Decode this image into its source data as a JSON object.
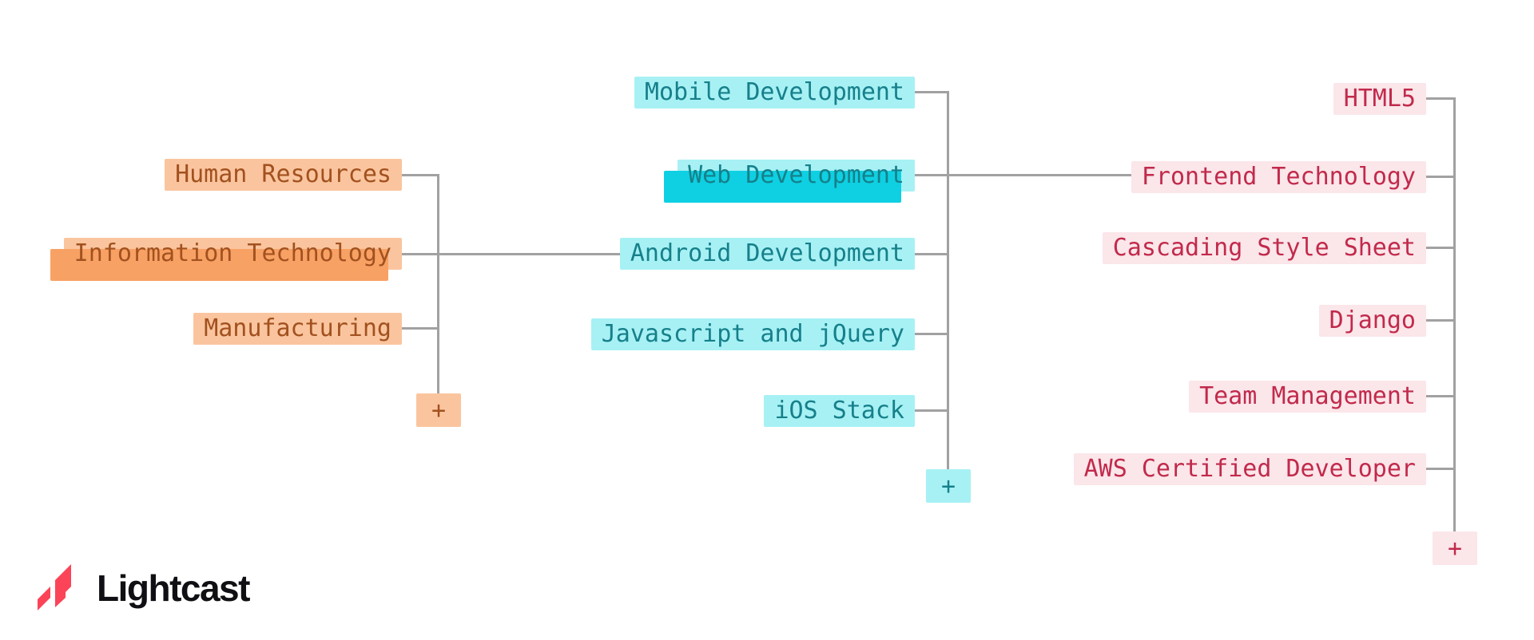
{
  "brand": {
    "name": "Lightcast",
    "logo_color": "#FB4458",
    "wordmark_color": "#101014"
  },
  "diagram": {
    "connector_color": "#A1A1A1",
    "columns": [
      {
        "level": "industries",
        "colors": {
          "bg": "#FAC59E",
          "text": "#A2511F",
          "selected_shadow": "#F8A164"
        },
        "nodes": [
          {
            "label": "Human Resources",
            "selected": false
          },
          {
            "label": "Information Technology",
            "selected": true
          },
          {
            "label": "Manufacturing",
            "selected": false
          }
        ],
        "add_label": "+"
      },
      {
        "level": "skill-groups",
        "colors": {
          "bg": "#A7F1F5",
          "text": "#16808A",
          "selected_shadow": "#0ED0E2"
        },
        "nodes": [
          {
            "label": "Mobile Development",
            "selected": false
          },
          {
            "label": "Web Development",
            "selected": true
          },
          {
            "label": "Android Development",
            "selected": false
          },
          {
            "label": "Javascript and jQuery",
            "selected": false
          },
          {
            "label": "iOS Stack",
            "selected": false
          }
        ],
        "add_label": "+"
      },
      {
        "level": "skills",
        "colors": {
          "bg": "#FBE6EA",
          "text": "#C12A4B"
        },
        "nodes": [
          {
            "label": "HTML5",
            "selected": false
          },
          {
            "label": "Frontend Technology",
            "selected": false
          },
          {
            "label": "Cascading Style Sheet",
            "selected": false
          },
          {
            "label": "Django",
            "selected": false
          },
          {
            "label": "Team Management",
            "selected": false
          },
          {
            "label": "AWS Certified Developer",
            "selected": false
          }
        ],
        "add_label": "+"
      }
    ]
  }
}
